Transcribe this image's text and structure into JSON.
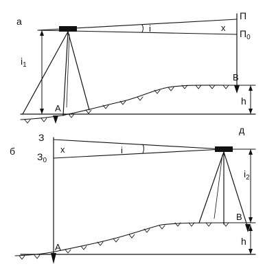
{
  "panel_a": {
    "panel_label": "а",
    "rod_top_label": "П",
    "rod_level_label": "П",
    "rod_level_subscript": "0",
    "offset_label": "x",
    "angle_label": "i",
    "height_label": "i",
    "height_subscript": "1",
    "point_a_label": "A",
    "point_b_label": "B",
    "elevation_label": "h"
  },
  "panel_b": {
    "panel_label": "б",
    "rod_top_label": "З",
    "rod_level_label": "З",
    "rod_level_subscript": "0",
    "offset_label": "x",
    "angle_label": "i",
    "height_label": "i",
    "height_subscript": "2",
    "point_a_label": "A",
    "point_b_label": "B",
    "elevation_label": "h",
    "corner_label": "д"
  }
}
